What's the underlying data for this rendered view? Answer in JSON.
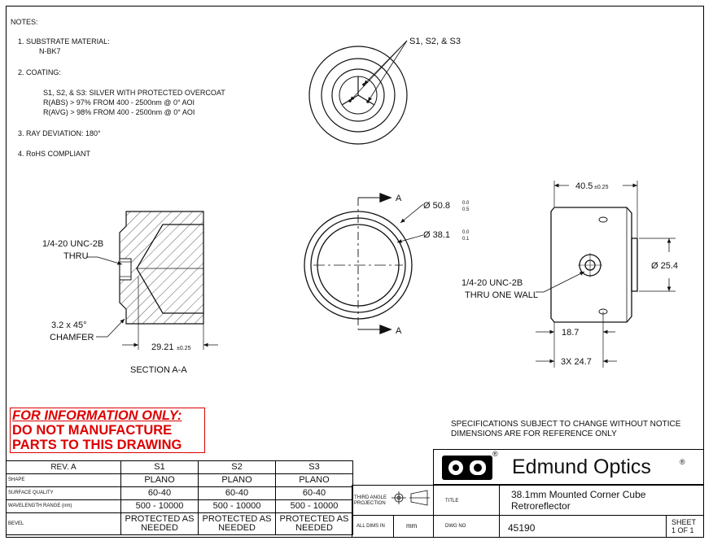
{
  "notes": {
    "heading": "NOTES:",
    "n1_title": "1.  SUBSTRATE MATERIAL:",
    "n1_value": "N-BK7",
    "n2_title": "2.  COATING:",
    "n2_line1": "S1, S2, & S3: SILVER WITH PROTECTED OVERCOAT",
    "n2_line2": "R(ABS) > 97% FROM 400 - 2500nm @ 0° AOI",
    "n2_line3": "R(AVG) > 98% FROM 400 - 2500nm @ 0° AOI",
    "n3": "3.  RAY DEVIATION: 180°",
    "n4": "4.  RoHS COMPLIANT"
  },
  "labels": {
    "surfaces": "S1, S2, & S3",
    "thread_left_1": "1/4-20 UNC-2B",
    "thread_left_2": "THRU",
    "chamfer_1": "3.2 x 45°",
    "chamfer_2": "CHAMFER",
    "dim_29": "29.21",
    "tol_29": "±0.25",
    "section": "SECTION A-A",
    "arrow_a_top": "A",
    "arrow_a_bottom": "A",
    "dia_508": "Ø 50.8",
    "dia_508_tol_up": "0.0",
    "dia_508_tol_dn": "0.5",
    "dia_381": "Ø 38.1",
    "dia_381_tol_up": "0.0",
    "dia_381_tol_dn": "0.1",
    "dim_405": "40.5",
    "tol_405": "±0.25",
    "dia_254": "Ø 25.4",
    "thread_right_1": "1/4-20 UNC-2B",
    "thread_right_2": "THRU ONE WALL",
    "dim_187": "18.7",
    "dim_3x247": "3X 24.7"
  },
  "warning": {
    "line1": "FOR INFORMATION ONLY:",
    "line2": "DO NOT MANUFACTURE",
    "line3": "PARTS TO THIS DRAWING"
  },
  "spec_note": {
    "line1": "SPECIFICATIONS SUBJECT TO CHANGE WITHOUT NOTICE",
    "line2": "DIMENSIONS ARE FOR REFERENCE ONLY"
  },
  "table": {
    "rev": "REV. A",
    "s1": "S1",
    "s2": "S2",
    "s3": "S3",
    "rows": [
      {
        "label": "SHAPE",
        "v1": "PLANO",
        "v2": "PLANO",
        "v3": "PLANO"
      },
      {
        "label": "SURFACE QUALITY",
        "v1": "60-40",
        "v2": "60-40",
        "v3": "60-40"
      },
      {
        "label": "WAVELENGTH RANGE (nm)",
        "v1": "500 - 10000",
        "v2": "500 - 10000",
        "v3": "500 - 10000"
      },
      {
        "label": "BEVEL",
        "v1": "PROTECTED AS NEEDED",
        "v2": "PROTECTED AS NEEDED",
        "v3": "PROTECTED AS NEEDED"
      }
    ]
  },
  "title_block": {
    "company": "Edmund Optics",
    "projection": "THIRD ANGLE PROJECTION",
    "title_label": "TITLE",
    "title_line1": "38.1mm Mounted Corner Cube",
    "title_line2": "Retroreflector",
    "all_dims": "ALL DIMS IN",
    "units": "mm",
    "dwg_label": "DWG NO",
    "dwg_no": "45190",
    "sheet": "SHEET",
    "sheet_no": "1 OF 1"
  }
}
